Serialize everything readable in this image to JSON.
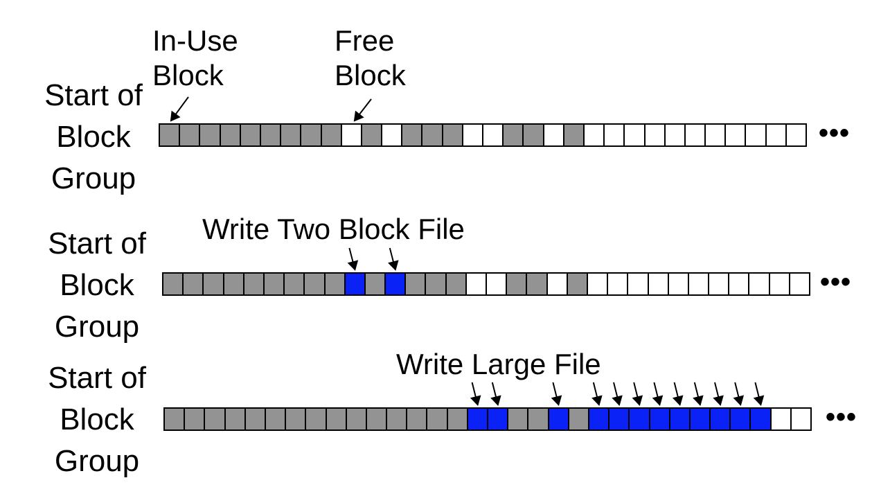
{
  "rows": [
    {
      "label": [
        "Start of",
        "Block",
        "Group"
      ],
      "blocks": [
        "used",
        "used",
        "used",
        "used",
        "used",
        "used",
        "used",
        "used",
        "used",
        "free",
        "used",
        "free",
        "used",
        "used",
        "used",
        "free",
        "free",
        "used",
        "used",
        "free",
        "used",
        "free",
        "free",
        "free",
        "free",
        "free",
        "free",
        "free",
        "free",
        "free",
        "free",
        "free"
      ],
      "ellipsis": "•••"
    },
    {
      "label": [
        "Start of",
        "Block",
        "Group"
      ],
      "blocks": [
        "used",
        "used",
        "used",
        "used",
        "used",
        "used",
        "used",
        "used",
        "used",
        "new",
        "used",
        "new",
        "used",
        "used",
        "used",
        "free",
        "free",
        "used",
        "used",
        "free",
        "used",
        "free",
        "free",
        "free",
        "free",
        "free",
        "free",
        "free",
        "free",
        "free",
        "free",
        "free"
      ],
      "ellipsis": "•••",
      "annotation": "Write Two Block File"
    },
    {
      "label": [
        "Start of",
        "Block",
        "Group"
      ],
      "blocks": [
        "used",
        "used",
        "used",
        "used",
        "used",
        "used",
        "used",
        "used",
        "used",
        "used",
        "used",
        "used",
        "used",
        "used",
        "used",
        "new",
        "new",
        "used",
        "used",
        "new",
        "used",
        "new",
        "new",
        "new",
        "new",
        "new",
        "new",
        "new",
        "new",
        "new",
        "free",
        "free"
      ],
      "ellipsis": "•••",
      "annotation": "Write Large File"
    }
  ],
  "callouts": {
    "in_use": [
      "In-Use",
      "Block"
    ],
    "free": [
      "Free",
      "Block"
    ]
  },
  "colors": {
    "used": "#939393",
    "free": "#ffffff",
    "new": "#0a22f5"
  }
}
